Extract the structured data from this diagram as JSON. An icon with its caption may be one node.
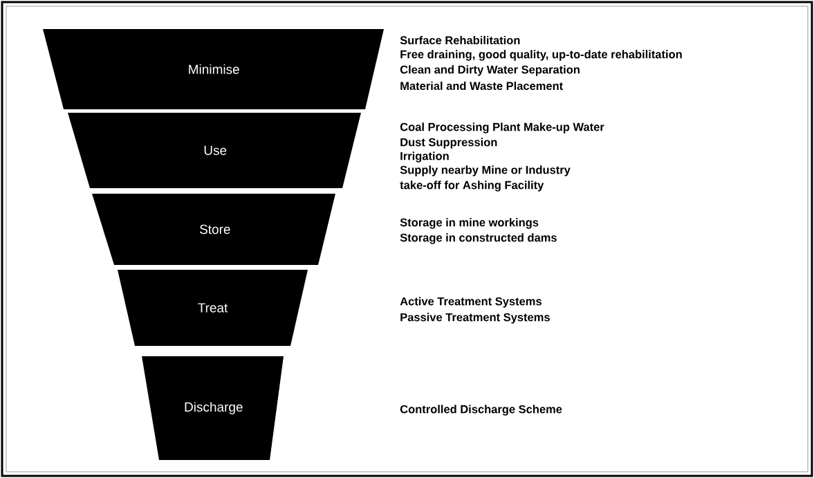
{
  "diagram": {
    "nodes": [
      {
        "text": [
          "Minimise"
        ],
        "beside": [
          "Surface Rehabilitation",
          "Free draining, good quality, up-to-date rehabilitation",
          "Clean and Dirty Water Separation",
          "Material and Waste Placement"
        ]
      },
      {
        "text": [
          "Use"
        ],
        "beside": [
          "Coal Processing Plant Make-up Water",
          "Dust Suppression",
          "Irrigation",
          "Supply nearby Mine or Industry",
          "take-off for Ashing Facility"
        ]
      },
      {
        "text": [
          "Store"
        ],
        "beside": [
          "Storage in mine workings",
          "Storage in constructed dams"
        ]
      },
      {
        "text": [
          "Treat"
        ],
        "beside": [
          "Active Treatment Systems",
          "Passive Treatment Systems"
        ]
      },
      {
        "text": [
          "Discharge"
        ]
      }
    ],
    "labels": [
      "Controlled Discharge Scheme"
    ]
  }
}
